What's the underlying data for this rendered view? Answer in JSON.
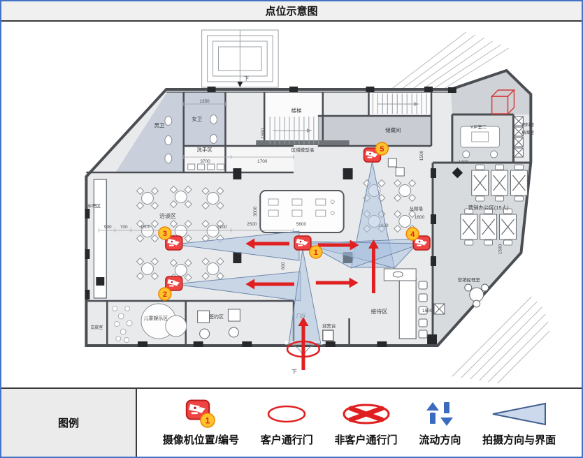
{
  "title": "点位示意图",
  "legend": {
    "header": "图例",
    "items": [
      {
        "id": "camera-position",
        "label": "摄像机位置/编号",
        "badge": "1"
      },
      {
        "id": "customer-door",
        "label": "客户通行门"
      },
      {
        "id": "non-customer-door",
        "label": "非客户通行门"
      },
      {
        "id": "flow-direction",
        "label": "流动方向"
      },
      {
        "id": "shoot-direction",
        "label": "拍摄方向与界面"
      }
    ]
  },
  "colors": {
    "frame_blue": "#4472c4",
    "camera_red": "#ef4444",
    "badge_yellow": "#ffc32b",
    "badge_number_red": "#e02020",
    "arrow_red": "#e02020",
    "flow_blue": "#3a6bbf",
    "cone_fill": "#aac1e0",
    "cone_stroke": "#7089ad"
  },
  "cameras": [
    {
      "number": "1"
    },
    {
      "number": "2"
    },
    {
      "number": "3"
    },
    {
      "number": "4"
    },
    {
      "number": "5"
    }
  ],
  "floor_plan": {
    "labels": {
      "mens": "男卫",
      "womens": "女卫",
      "wash": "洗手区",
      "stairs": "楼梯",
      "model_wall": "区域模型墙",
      "storage": "储藏间",
      "water_bar": "水吧区",
      "negotiation": "洽谈区",
      "payment": "交款室",
      "kids": "儿童娱乐区",
      "signing": "签约区",
      "foyer": "门厅",
      "welcome_desk": "迎宾台",
      "reception": "接待区",
      "office": "营销办公区(15人)",
      "manager": "营销经理室",
      "vip": "VIP室二",
      "archive1": "资料室",
      "archive2": "档案室",
      "feature_wall": "丛刚墙",
      "down_entrance": "下",
      "down_elevator": "下"
    },
    "dims": {
      "d1350": "1350",
      "d3700": "3700",
      "d1700": "1700",
      "d1650": "1650",
      "d900": "900",
      "d700": "700",
      "d1500a": "1500",
      "d2100": "2100",
      "d2500": "2500",
      "d3000": "3000",
      "d5600": "5600",
      "d1850": "1850",
      "d600": "600",
      "d1500b": "1500",
      "d1600": "1600",
      "d1300": "1300",
      "d1500c": "1500",
      "d1500d": "1500"
    }
  }
}
